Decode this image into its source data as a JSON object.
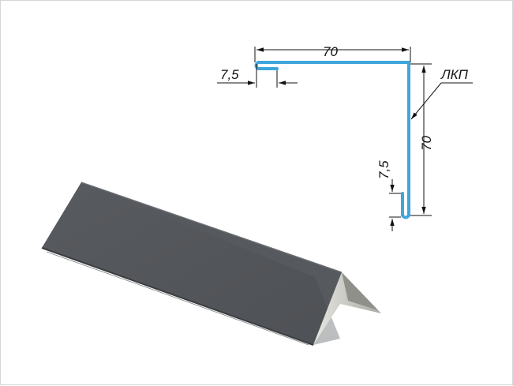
{
  "diagram": {
    "dimensions": {
      "top_width": "70",
      "top_hem": "7,5",
      "side_height": "70",
      "side_hem": "7,5"
    },
    "coating_label": "ЛКП",
    "colors": {
      "profile_line": "#3fa6dc",
      "dimension_line": "#111111",
      "metal_top_face": "#56595d",
      "metal_side_face": "#4a4d51",
      "metal_edge": "#cfcfc9"
    }
  }
}
